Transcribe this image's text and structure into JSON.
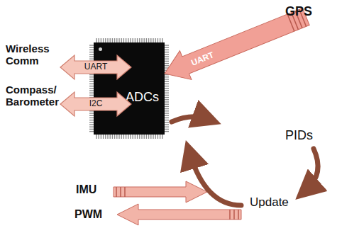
{
  "diagram": {
    "nodes": [
      {
        "text": [
          "ADCs"
        ]
      }
    ],
    "labels": [
      "GPS",
      "UART",
      "Wireless Comm",
      "UART",
      "Compass/ Barometer",
      "I2C",
      "IMU",
      "PWM",
      "PIDs",
      "Update"
    ]
  }
}
